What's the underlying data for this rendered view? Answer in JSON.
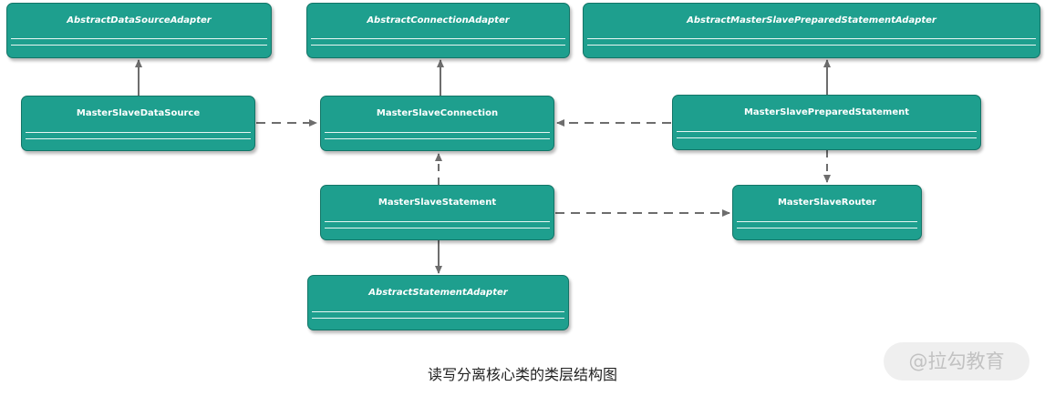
{
  "classes": {
    "abstract_data_source_adapter": "AbstractDataSourceAdapter",
    "abstract_connection_adapter": "AbstractConnectionAdapter",
    "abstract_master_slave_prepared_statement_adapter": "AbstractMasterSlavePreparedStatementAdapter",
    "master_slave_data_source": "MasterSlaveDataSource",
    "master_slave_connection": "MasterSlaveConnection",
    "master_slave_prepared_statement": "MasterSlavePreparedStatement",
    "master_slave_statement": "MasterSlaveStatement",
    "master_slave_router": "MasterSlaveRouter",
    "abstract_statement_adapter": "AbstractStatementAdapter"
  },
  "caption": "读写分离核心类的类层结构图",
  "watermark": "@拉勾教育",
  "colors": {
    "box_fill": "#1e9f8e",
    "box_text": "#ffffff",
    "edge": "#6d6d6d"
  }
}
